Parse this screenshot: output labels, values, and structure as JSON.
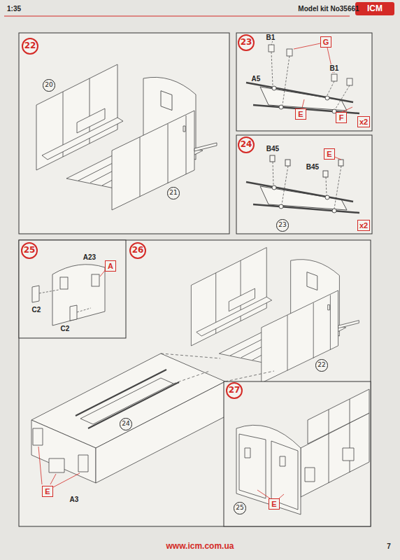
{
  "diagram": {
    "nodes": [
      {
        "text": [
          "22"
        ]
      },
      {
        "text": [
          "20"
        ]
      },
      {
        "text": [
          "21"
        ]
      },
      {
        "text": [
          "23"
        ]
      },
      {
        "text": [
          "G"
        ]
      },
      {
        "text": [
          "E"
        ]
      },
      {
        "text": [
          "F"
        ]
      },
      {
        "text": [
          "x2"
        ]
      },
      {
        "text": [
          "24"
        ]
      },
      {
        "text": [
          "E"
        ]
      },
      {
        "text": [
          "23"
        ]
      },
      {
        "text": [
          "x2"
        ]
      },
      {
        "text": [
          "25"
        ]
      },
      {
        "text": [
          "A"
        ]
      },
      {
        "text": [
          "26"
        ]
      },
      {
        "text": [
          "22"
        ]
      },
      {
        "text": [
          "24"
        ]
      },
      {
        "text": [
          "E"
        ]
      },
      {
        "text": [
          "27"
        ]
      },
      {
        "text": [
          "25"
        ]
      },
      {
        "text": [
          "E"
        ]
      }
    ],
    "labels": [
      "1:35",
      "Model kit No35661",
      "ICM",
      "B1",
      "B1",
      "A5",
      "B45",
      "B45",
      "A23",
      "C2",
      "C2",
      "A3",
      "www.icm.com.ua",
      "7"
    ]
  }
}
